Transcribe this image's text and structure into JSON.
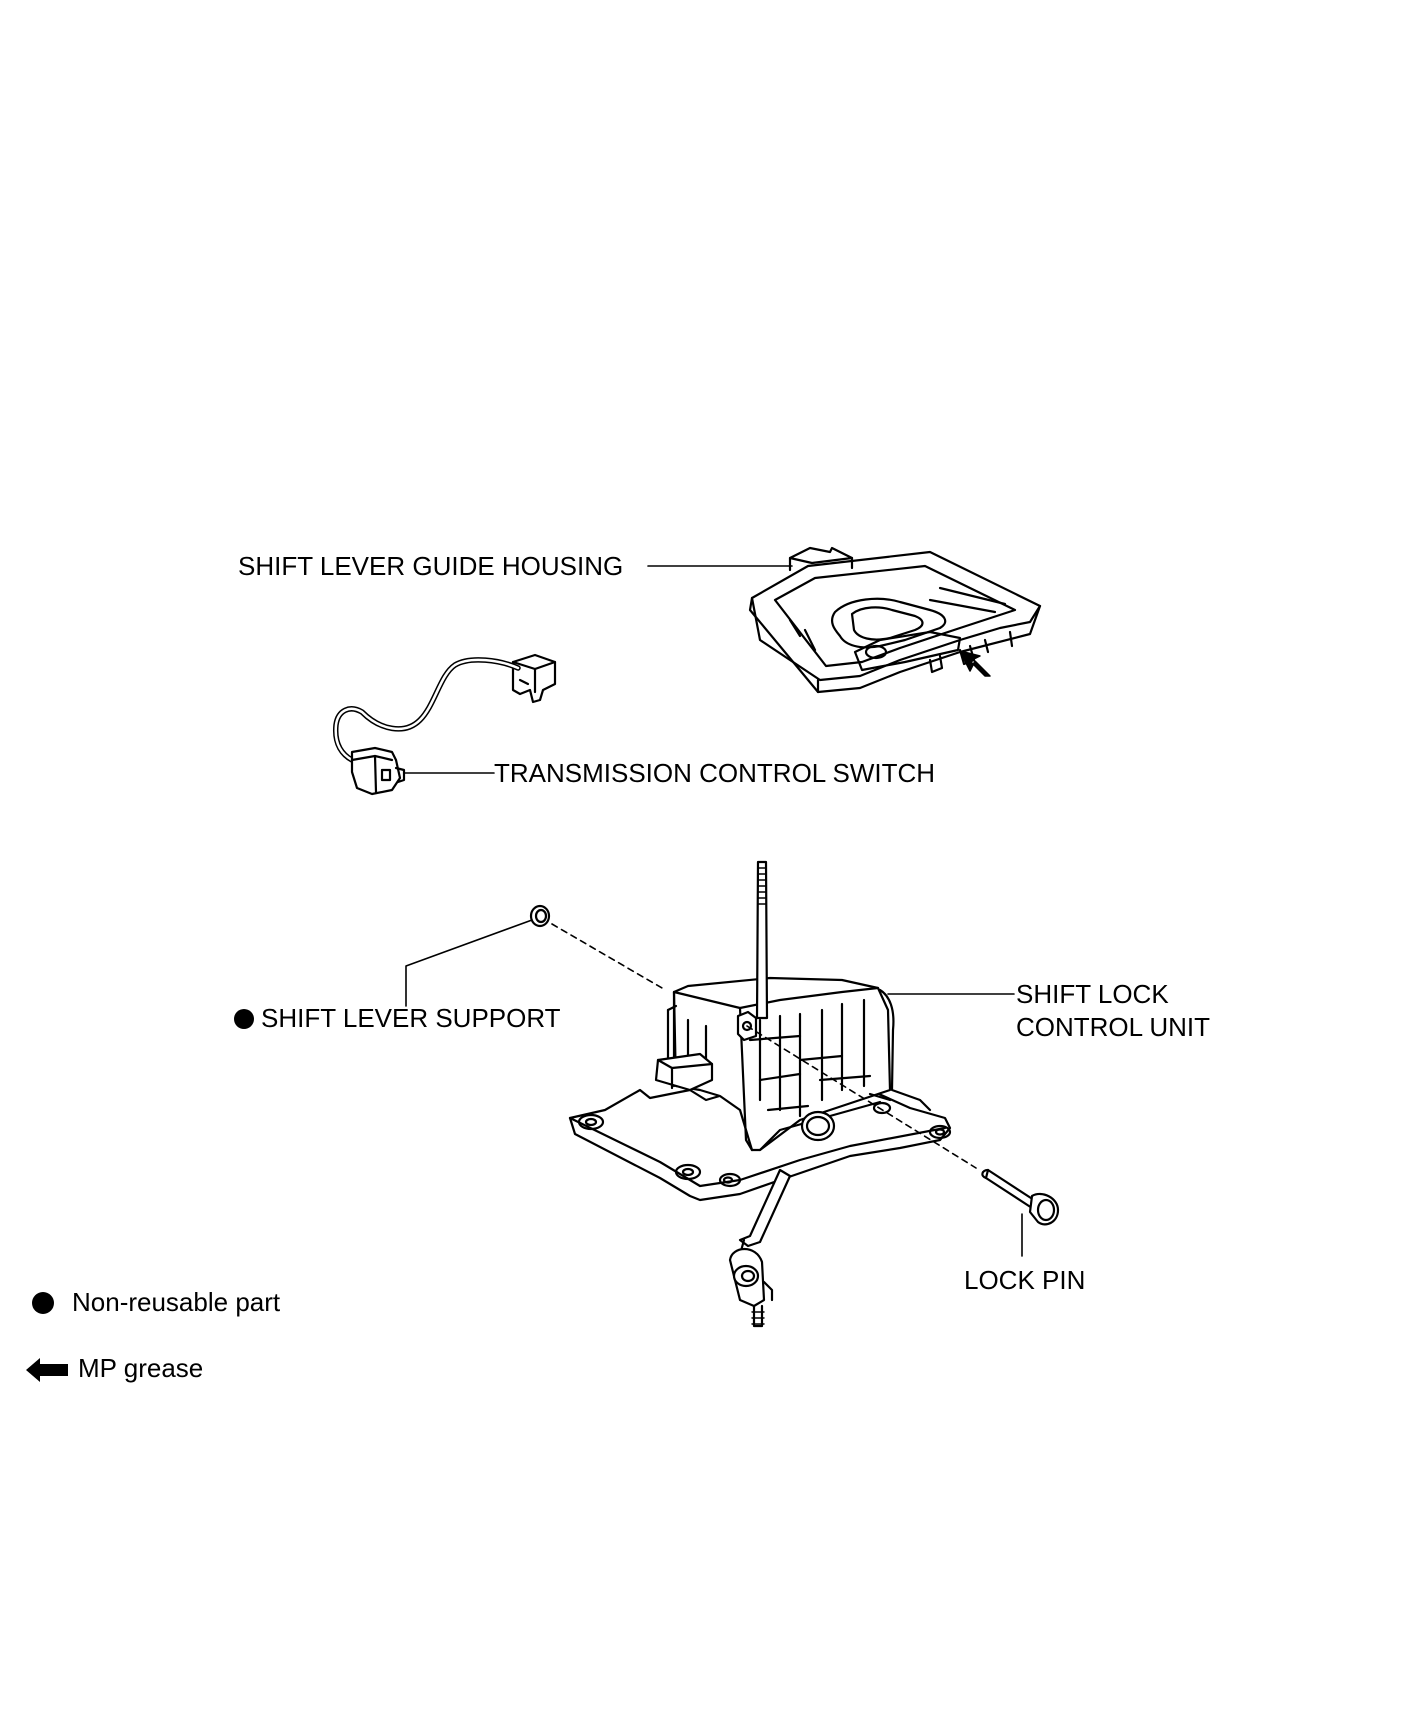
{
  "labels": {
    "shift_lever_guide_housing": "SHIFT LEVER GUIDE HOUSING",
    "transmission_control_switch": "TRANSMISSION CONTROL SWITCH",
    "shift_lever_support": "SHIFT LEVER SUPPORT",
    "shift_lock_control_unit_line1": "SHIFT LOCK",
    "shift_lock_control_unit_line2": "CONTROL UNIT",
    "lock_pin": "LOCK PIN"
  },
  "legend": {
    "non_reusable": {
      "symbol": "filled-circle-icon",
      "label": "Non-reusable part"
    },
    "mp_grease": {
      "symbol": "arrow-left-icon",
      "label": "MP grease"
    }
  },
  "colors": {
    "ink": "#000000",
    "paper": "#ffffff"
  }
}
